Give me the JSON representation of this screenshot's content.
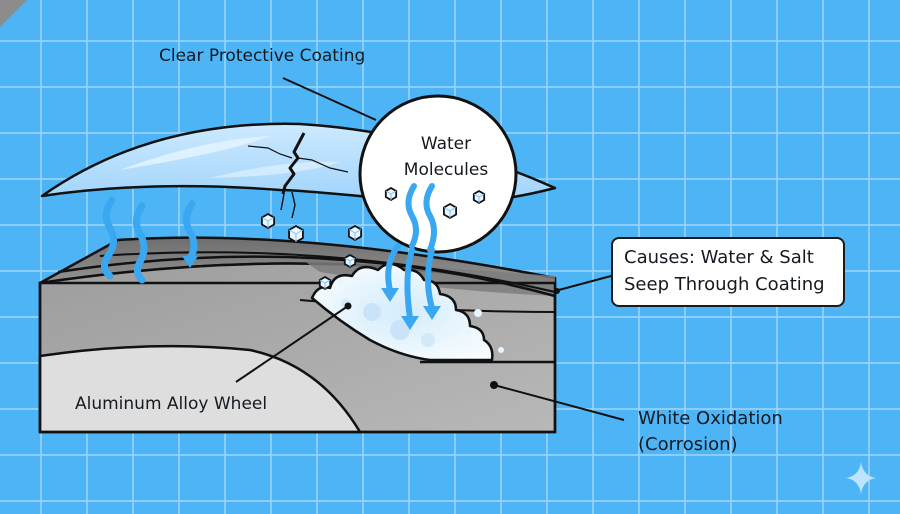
{
  "diagram": {
    "title": "Aluminum wheel corrosion under clear coat",
    "labels": {
      "coating": "Clear Protective Coating",
      "wheel": "Aluminum Alloy Wheel",
      "oxidation_line1": "White Oxidation",
      "oxidation_line2": "(Corrosion)"
    },
    "bubble": {
      "line1": "Water",
      "line2": "Molecules"
    },
    "callout": {
      "line1": "Causes: Water & Salt",
      "line2": "Seep Through Coating"
    },
    "icons": [
      "water-wave-icon",
      "water-molecule-icon",
      "sparkle-icon",
      "crack-icon",
      "corrosion-foam-icon"
    ],
    "colors": {
      "background": "#4db4f6",
      "grid": "#a0d7ff",
      "water": "#3aa8f0",
      "coating": "#bfe4ff",
      "metal_top": "#8a8a8a",
      "metal_mid": "#a8a8a8",
      "metal_light": "#dcdcdc",
      "outline": "#111111"
    }
  }
}
